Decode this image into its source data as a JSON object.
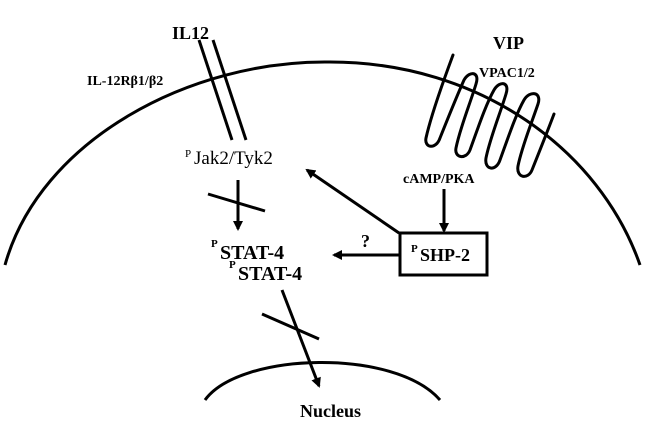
{
  "labels": {
    "il12": "IL12",
    "receptor": "IL-12Rβ1/β2",
    "vip": "VIP",
    "vpac": "VPAC1/2",
    "camp": "cAMP/PKA",
    "jak_prefix": "P",
    "jak": "Jak2/Tyk2",
    "shp_prefix": "P",
    "shp": "SHP-2",
    "question": "?",
    "stat_prefix": "P",
    "stat": "STAT-4",
    "stat2_prefix": "P",
    "stat2": "STAT-4",
    "nucleus": "Nucleus"
  },
  "colors": {
    "stroke": "#000000",
    "background": "#ffffff"
  }
}
